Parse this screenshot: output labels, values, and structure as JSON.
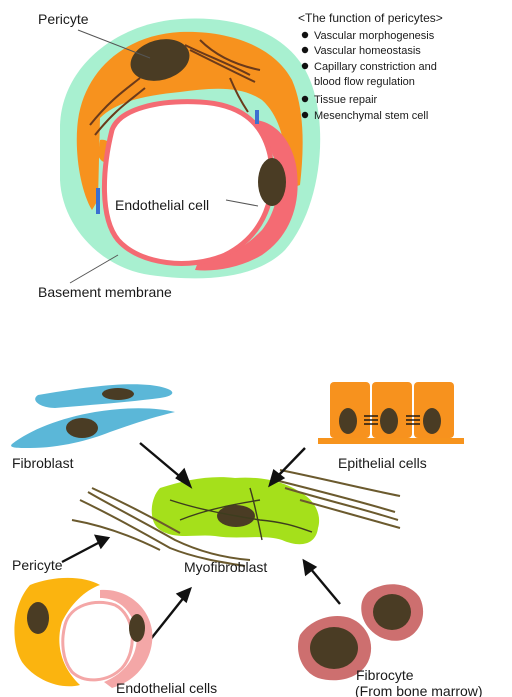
{
  "top": {
    "labels": {
      "pericyte": "Pericyte",
      "endothelial_cell": "Endothelial cell",
      "basement_membrane": "Basement membrane"
    },
    "functions": {
      "title": "<The function of pericytes>",
      "items": [
        "Vascular morphogenesis",
        "Vascular homeostasis",
        "Capillary constriction and",
        "blood flow regulation",
        "Tissue repair",
        "Mesenchymal stem cell"
      ]
    }
  },
  "bottom": {
    "labels": {
      "fibroblast": "Fibroblast",
      "epithelial_cells": "Epithelial cells",
      "pericyte": "Pericyte",
      "myofibroblast": "Myofibroblast",
      "endothelial_cells": "Endothelial cells",
      "fibrocyte": "Fibrocyte",
      "fibrocyte_origin": "(From bone marrow)"
    }
  },
  "colors": {
    "basement": "#a8f0d0",
    "pericyte": "#f7921e",
    "endothelium": "#f46b73",
    "nucleus": "#4a3c24",
    "fibroblast": "#5bb7d8",
    "epithelial": "#f7921e",
    "epithelial_base": "#f7941d",
    "myofibroblast": "#a5e01b",
    "pink": "#f4a7a7",
    "yellow": "#fbb40f",
    "fibrocyte": "#cd6f6f",
    "fiber": "#6b5a2e"
  }
}
